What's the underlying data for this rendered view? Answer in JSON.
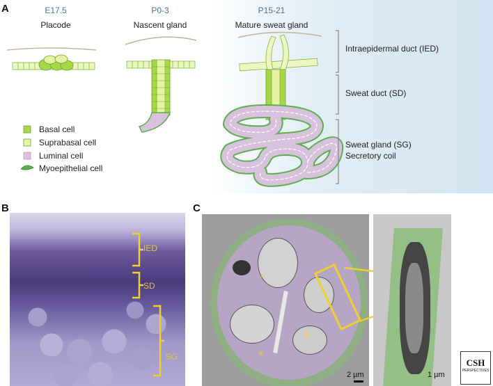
{
  "panels": {
    "a": "A",
    "b": "B",
    "c": "C"
  },
  "panel_a": {
    "stages": [
      {
        "stage": "E17.5",
        "title": "Placode"
      },
      {
        "stage": "P0-3",
        "title": "Nascent gland"
      },
      {
        "stage": "P15-21",
        "title": "Mature sweat gland"
      }
    ],
    "legend": [
      {
        "label": "Basal cell",
        "color": "#a8d84a"
      },
      {
        "label": "Suprabasal cell",
        "color": "#e6f3a4"
      },
      {
        "label": "Luminal cell",
        "color": "#d7c1dd"
      },
      {
        "label": "Myoepithelial cell",
        "color": "#5dae4e"
      }
    ],
    "regions": {
      "ied": "Intraepidermal duct (IED)",
      "sd": "Sweat duct (SD)",
      "sg_line1": "Sweat gland (SG)",
      "sg_line2": "Secretory coil"
    }
  },
  "panel_b": {
    "labels": {
      "ied": "IED",
      "sd": "SD",
      "sg": "SG"
    }
  },
  "panel_c": {
    "scale_left": "2 µm",
    "scale_right": "1 µm",
    "logo_lines": [
      "CSH",
      "PERSPECTIVES"
    ]
  },
  "colors": {
    "basal": "#a8d84a",
    "suprabasal": "#e6f3a4",
    "luminal": "#d7c1dd",
    "myoepithelial": "#5dae4e",
    "stage_text": "#4e6fa3",
    "bracket_yellow": "#f0d030"
  }
}
